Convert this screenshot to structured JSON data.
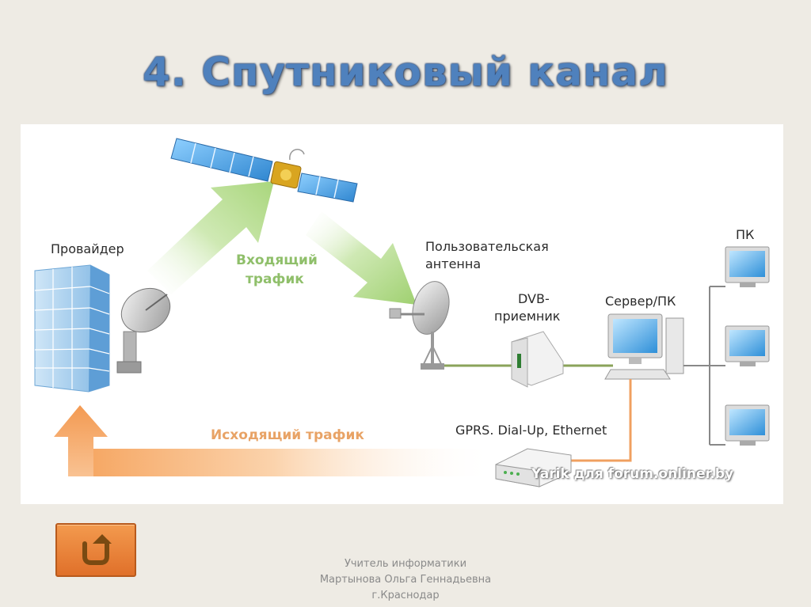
{
  "title": "4. Спутниковый канал",
  "diagram": {
    "provider_label": "Провайдер",
    "incoming_traffic_line1": "Входящий",
    "incoming_traffic_line2": "трафик",
    "user_antenna_line1": "Пользовательская",
    "user_antenna_line2": "антенна",
    "dvb_line1": "DVB-",
    "dvb_line2": "приемник",
    "server_label": "Сервер/ПК",
    "pc_label": "ПК",
    "outgoing_traffic": "Исходящий трафик",
    "connection_types": "GPRS. Dial-Up, Ethernet",
    "watermark": "Yarik для forum.onliner.by"
  },
  "footer": {
    "line1": "Учитель информатики",
    "line2": "Мартынова Ольга Геннадьевна",
    "line3": "г.Краснодар"
  },
  "colors": {
    "title": "#4f81bd",
    "incoming_arrow": "#b5dc8e",
    "outgoing_arrow": "#f4a460",
    "cable_green": "#8aa35a",
    "cable_orange": "#f0a060",
    "back_button": "#e8843a"
  },
  "icons": {
    "back_button": "return-arrow-icon"
  }
}
